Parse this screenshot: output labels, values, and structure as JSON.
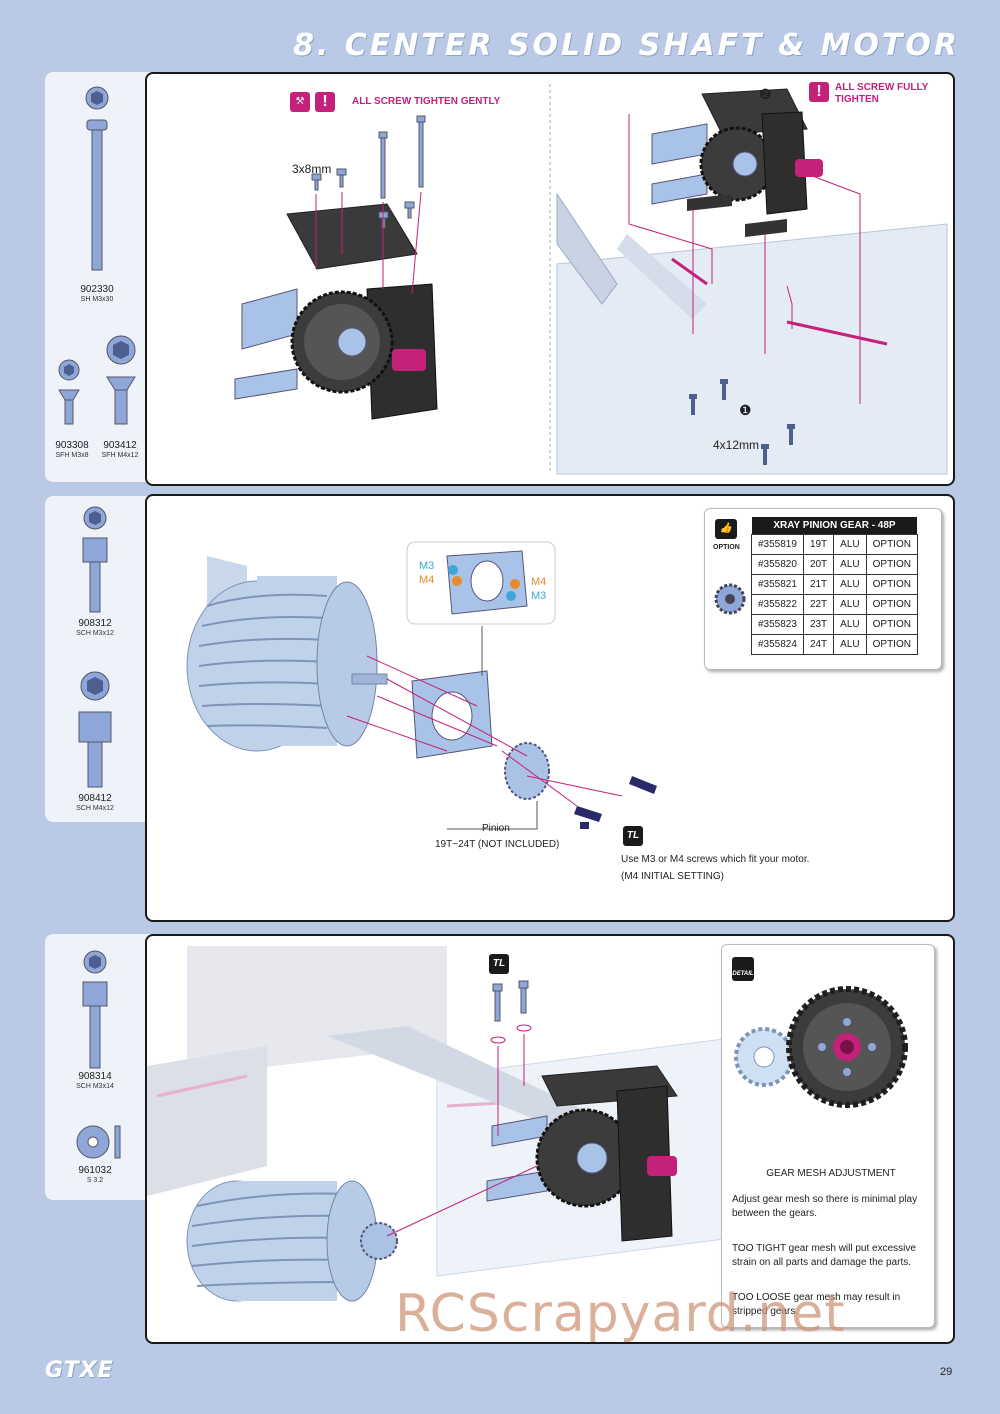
{
  "section_title": "8. CENTER SOLID SHAFT & MOTOR",
  "parts": {
    "p1": [
      {
        "code": "902330",
        "name": "SH M3x30"
      },
      {
        "code": "903308",
        "name": "SFH M3x8"
      },
      {
        "code": "903412",
        "name": "SFH M4x12"
      }
    ],
    "p2": [
      {
        "code": "908312",
        "name": "SCH M3x12"
      },
      {
        "code": "908412",
        "name": "SCH M4x12"
      }
    ],
    "p3": [
      {
        "code": "908314",
        "name": "SCH M3x14"
      },
      {
        "code": "961032",
        "name": "S 3.2"
      }
    ]
  },
  "step1": {
    "warn_left": "ALL SCREW TIGHTEN GENTLY",
    "screw_label": "3x8mm",
    "warn_right_1": "ALL SCREW FULLY",
    "warn_right_2": "TIGHTEN",
    "num1": "❶",
    "num2": "❷",
    "screw_label_2": "4x12mm"
  },
  "step2": {
    "m3": "M3",
    "m4": "M4",
    "pinion_label": "Pinion",
    "pinion_note": "19T~24T (NOT INCLUDED)",
    "tl_icon": "TL",
    "note_1": "Use M3 or M4 screws which fit  your motor.",
    "note_2": "(M4 INITIAL SETTING)",
    "option_label": "OPTION",
    "table_title": "XRAY PINION GEAR - 48P",
    "rows": [
      [
        "#355819",
        "19T",
        "ALU",
        "OPTION"
      ],
      [
        "#355820",
        "20T",
        "ALU",
        "OPTION"
      ],
      [
        "#355821",
        "21T",
        "ALU",
        "OPTION"
      ],
      [
        "#355822",
        "22T",
        "ALU",
        "OPTION"
      ],
      [
        "#355823",
        "23T",
        "ALU",
        "OPTION"
      ],
      [
        "#355824",
        "24T",
        "ALU",
        "OPTION"
      ]
    ]
  },
  "step3": {
    "tl_icon": "TL",
    "detail_label": "DETAIL",
    "gear_mesh_title": "GEAR MESH ADJUSTMENT",
    "para1": "Adjust gear mesh so there is minimal play between the gears.",
    "para2": "TOO TIGHT gear mesh will put excessive strain on all parts and damage the parts.",
    "para3": "TOO LOOSE gear mesh may result in stripped gears."
  },
  "footer": {
    "logo": "GTXE",
    "page_number": "29",
    "watermark": "RCScrapyard.net"
  },
  "colors": {
    "background": "#b9c9e6",
    "accent": "#c3217a",
    "part_blue": "#8fa6d8"
  }
}
